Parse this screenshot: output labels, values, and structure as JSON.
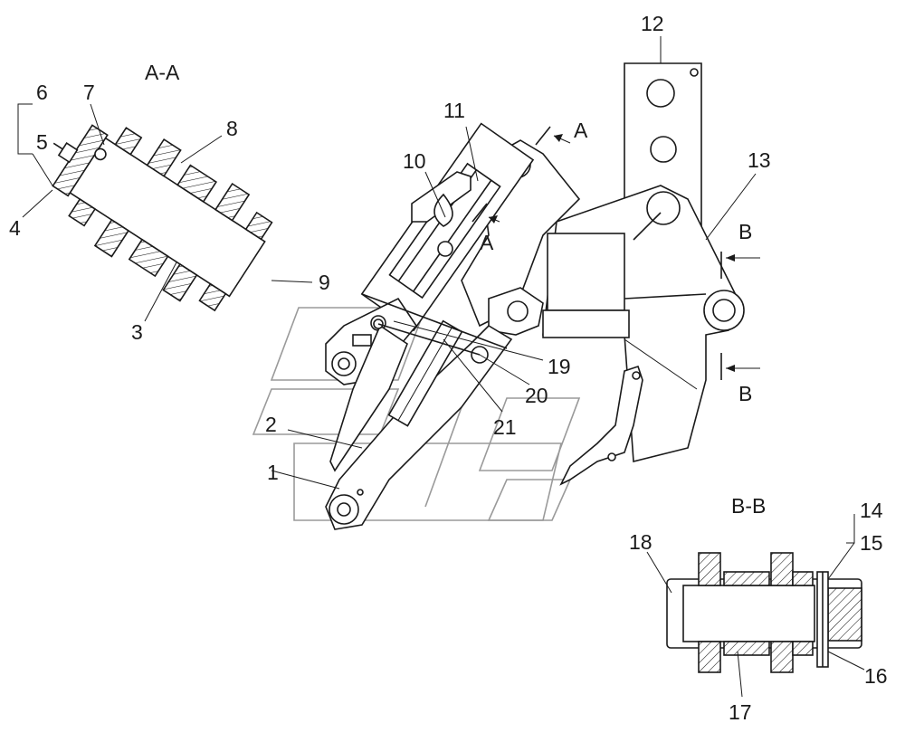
{
  "views": {
    "section_aa": "A-A",
    "section_bb": "B-B",
    "cut_a_top": "A",
    "cut_a_bottom": "A",
    "cut_b_top": "B",
    "cut_b_bottom": "B"
  },
  "callouts": [
    "1",
    "2",
    "3",
    "4",
    "5",
    "6",
    "7",
    "8",
    "9",
    "10",
    "11",
    "12",
    "13",
    "14",
    "15",
    "16",
    "17",
    "18",
    "19",
    "20",
    "21"
  ],
  "style": {
    "line": "#1a1a1a",
    "watermark": "#9a9a9a",
    "background": "#ffffff"
  }
}
